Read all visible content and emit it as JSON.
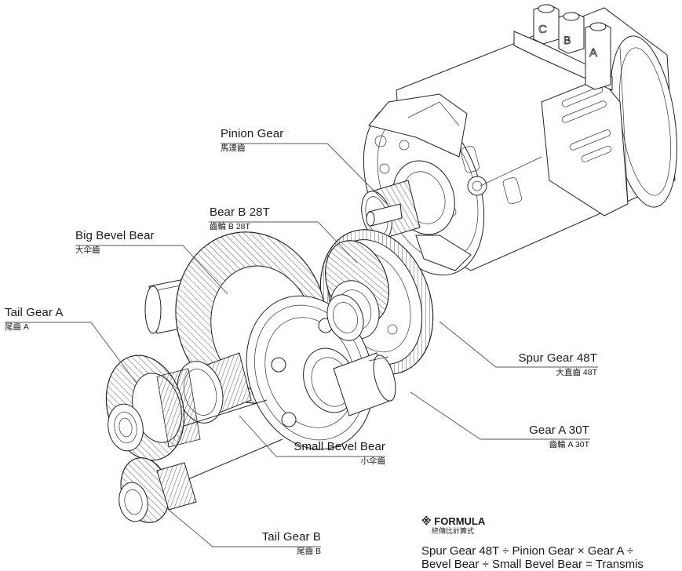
{
  "diagram": {
    "title": "Gearbox exploded view with motor",
    "motor": {
      "terminal_labels": [
        "C",
        "B",
        "A"
      ]
    },
    "labels": [
      {
        "id": "pinion-gear",
        "en": "Pinion Gear",
        "zh": "馬達齒"
      },
      {
        "id": "bear-b",
        "en": "Bear B 28T",
        "zh": "齒輪 B 28T"
      },
      {
        "id": "big-bevel-bear",
        "en": "Big Bevel Bear",
        "zh": "大伞齒"
      },
      {
        "id": "tail-gear-a",
        "en": "Tail Gear A",
        "zh": "尾齒 A"
      },
      {
        "id": "spur-gear",
        "en": "Spur Gear 48T",
        "zh": "大直齒 48T"
      },
      {
        "id": "gear-a",
        "en": "Gear A 30T",
        "zh": "齒輪 A 30T"
      },
      {
        "id": "small-bevel-bear",
        "en": "Small Bevel Bear",
        "zh": "小伞齒"
      },
      {
        "id": "tail-gear-b",
        "en": "Tail Gear B",
        "zh": "尾齒 B"
      }
    ],
    "formula": {
      "mark": "※",
      "heading": "FORMULA",
      "heading_zh": "終傳比計算式",
      "line1": "Spur Gear 48T ÷ Pinion Gear × Gear A ÷",
      "line2": "Bevel Bear ÷ Small Bevel Bear = Transmis"
    }
  }
}
